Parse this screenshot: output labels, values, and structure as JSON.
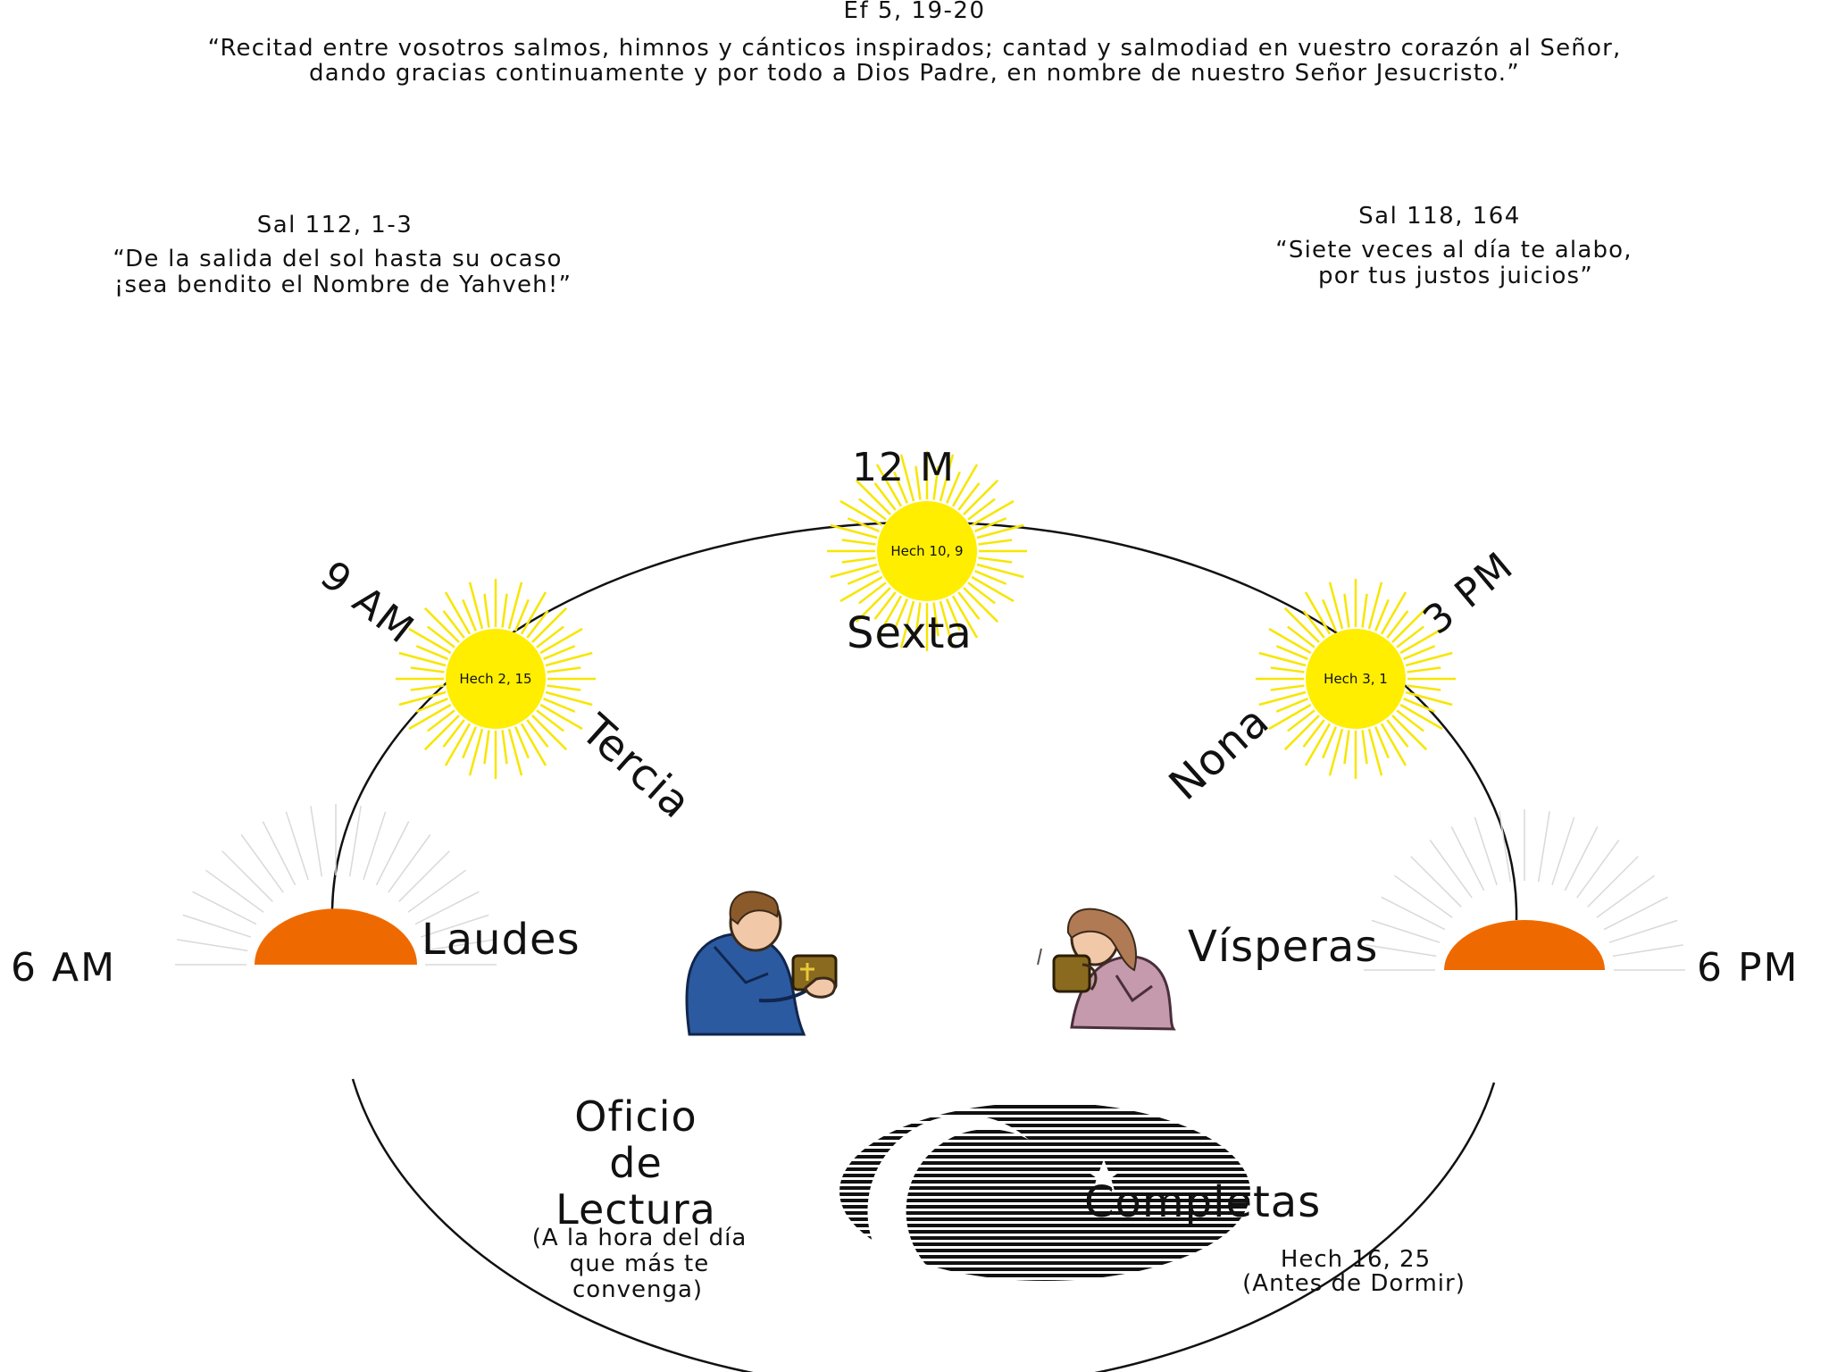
{
  "header": {
    "reference": "Ef 5, 19-20",
    "line1": "“Recitad entre vosotros salmos, himnos y cánticos inspirados; cantad y salmodiad en vuestro corazón al Señor,",
    "line2": "dando gracias continuamente y por todo a Dios Padre, en nombre de nuestro Señor Jesucristo.”"
  },
  "left_quote": {
    "reference": "Sal 112, 1-3",
    "line1": "“De la salida del sol hasta su ocaso",
    "line2": "¡sea bendito el Nombre de Yahveh!”"
  },
  "right_quote": {
    "reference": "Sal 118, 164",
    "line1": "“Siete veces al día te alabo,",
    "line2": "por tus justos juicios”"
  },
  "times": {
    "am6": "6 AM",
    "am9": "9 AM",
    "noon": "12 M",
    "pm3": "3 PM",
    "pm6": "6 PM"
  },
  "hours": {
    "laudes": "Laudes",
    "tercia": "Tercia",
    "sexta": "Sexta",
    "nona": "Nona",
    "visperas": "Vísperas",
    "completas": "Completas"
  },
  "suns": {
    "tercia_ref": "Hech 2, 15",
    "sexta_ref": "Hech 10, 9",
    "nona_ref": "Hech 3, 1"
  },
  "oficio": {
    "line1": "Oficio",
    "line2": "de",
    "line3": "Lectura",
    "note1": "(A la hora del día",
    "note2": "que más te",
    "note3": "convenga)"
  },
  "completas_note": {
    "reference": "Hech 16, 25",
    "note": "(Antes de Dormir)"
  },
  "colors": {
    "sun_yellow": "#ffee00",
    "sun_ray": "#f7e600",
    "horizon_sun": "#ee6a00",
    "faint_ray": "#d9d9d9",
    "man_shirt": "#2c5aa0",
    "woman_blouse": "#c49aac",
    "book": "#8a6a1e"
  }
}
